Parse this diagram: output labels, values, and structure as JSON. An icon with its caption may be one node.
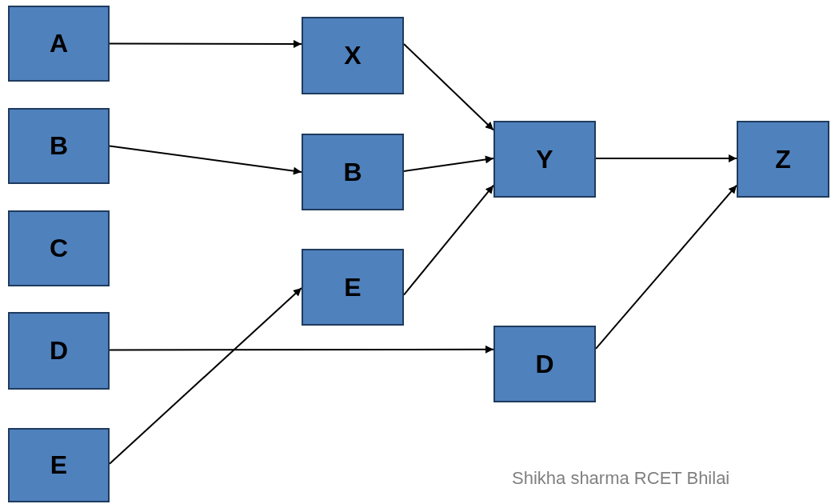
{
  "diagram": {
    "nodes": [
      {
        "text": [
          "A"
        ]
      },
      {
        "text": [
          "B"
        ]
      },
      {
        "text": [
          "C"
        ]
      },
      {
        "text": [
          "D"
        ]
      },
      {
        "text": [
          "E"
        ]
      },
      {
        "text": [
          "X"
        ]
      },
      {
        "text": [
          "B"
        ]
      },
      {
        "text": [
          "E"
        ]
      },
      {
        "text": [
          "Y"
        ]
      },
      {
        "text": [
          "D"
        ]
      },
      {
        "text": [
          "Z"
        ]
      }
    ],
    "edges": [
      {
        "from": 0,
        "to": 5,
        "arrow": "to"
      },
      {
        "from": 1,
        "to": 6,
        "arrow": "to"
      },
      {
        "from": 3,
        "to": 9,
        "arrow": "to"
      },
      {
        "from": 4,
        "to": 7,
        "arrow": "to"
      },
      {
        "from": 5,
        "to": 8,
        "arrow": "to"
      },
      {
        "from": 6,
        "to": 8,
        "arrow": "to"
      },
      {
        "from": 7,
        "to": 8,
        "arrow": "to"
      },
      {
        "from": 8,
        "to": 10,
        "arrow": "to"
      },
      {
        "from": 9,
        "to": 10,
        "arrow": "to"
      }
    ],
    "labels": [
      "Shikha sharma RCET Bhilai"
    ]
  }
}
